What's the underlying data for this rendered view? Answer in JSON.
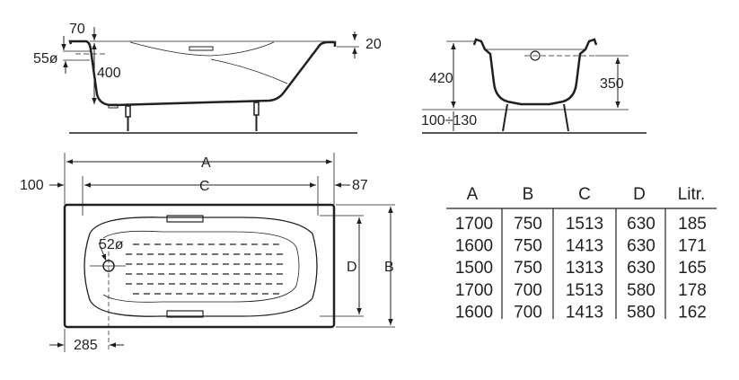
{
  "side_view": {
    "d70": "70",
    "d55": "55ø",
    "d400": "400",
    "d20": "20"
  },
  "end_view": {
    "d420": "420",
    "d350": "350",
    "d100_130": "100÷130"
  },
  "plan_view": {
    "A": "A",
    "C": "C",
    "d100": "100",
    "d87": "87",
    "d52": "52ø",
    "D": "D",
    "B": "B",
    "d285": "285"
  },
  "table": {
    "headers": [
      "A",
      "B",
      "C",
      "D",
      "Litr."
    ],
    "rows": [
      [
        "1700",
        "750",
        "1513",
        "630",
        "185"
      ],
      [
        "1600",
        "750",
        "1413",
        "630",
        "171"
      ],
      [
        "1500",
        "750",
        "1313",
        "630",
        "165"
      ],
      [
        "1700",
        "700",
        "1513",
        "580",
        "178"
      ],
      [
        "1600",
        "700",
        "1413",
        "580",
        "162"
      ]
    ]
  }
}
